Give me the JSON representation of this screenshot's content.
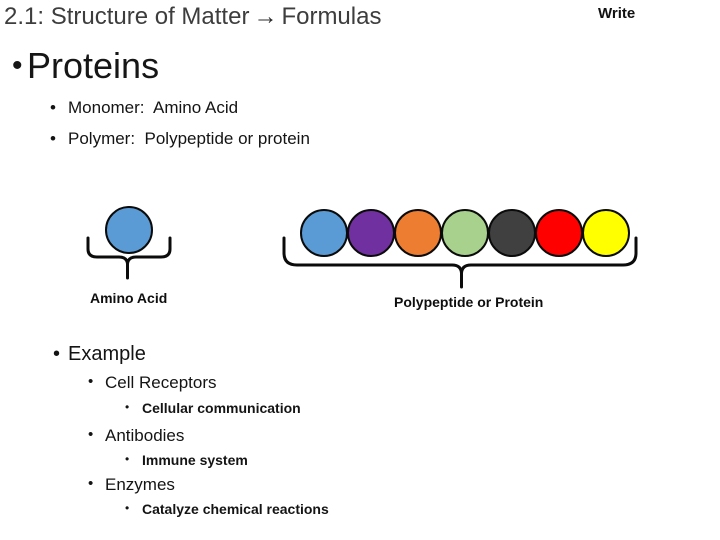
{
  "header": {
    "title_prefix": "2.1: Structure of Matter",
    "title_arrow": "→",
    "title_suffix": "Formulas",
    "corner_note": "Write"
  },
  "ui": {
    "bullet": "•"
  },
  "heading": "Proteins",
  "definitions": {
    "monomer": "Monomer:  Amino Acid",
    "polymer": "Polymer:  Polypeptide or protein"
  },
  "diagram": {
    "monomer": {
      "label": "Amino Acid",
      "color": "#5b9bd5"
    },
    "polymer": {
      "label": "Polypeptide or Protein",
      "colors": [
        "#5b9bd5",
        "#7030a0",
        "#ed7d31",
        "#a9d18e",
        "#404040",
        "#ff0000",
        "#ffff00"
      ]
    },
    "outline_color": "#0b0b0b"
  },
  "examples": {
    "heading": "Example",
    "items": [
      {
        "label": "Cell Receptors",
        "detail": "Cellular communication"
      },
      {
        "label": "Antibodies",
        "detail": "Immune system"
      },
      {
        "label": "Enzymes",
        "detail": "Catalyze chemical reactions"
      }
    ]
  }
}
